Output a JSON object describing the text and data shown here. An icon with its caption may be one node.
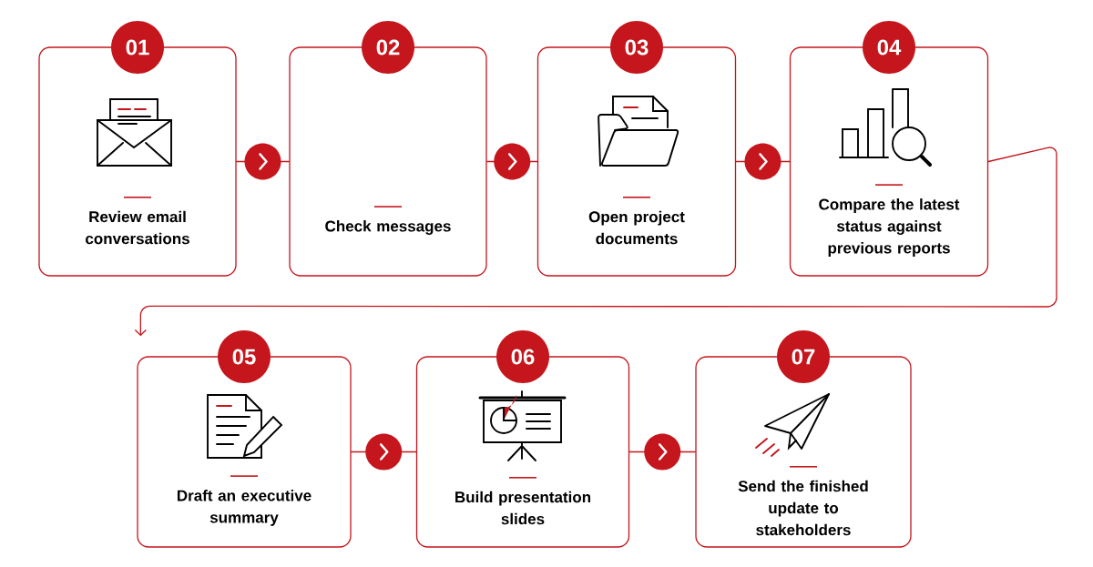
{
  "diagram": {
    "nodes": [
      {
        "text": [
          "01",
          "Review email conversations"
        ]
      },
      {
        "text": [
          "02",
          "Check messages"
        ]
      },
      {
        "text": [
          "03",
          "Open project documents"
        ]
      },
      {
        "text": [
          "04",
          "Compare the latest status against previous reports"
        ]
      },
      {
        "text": [
          "05",
          "Draft an executive summary"
        ]
      },
      {
        "text": [
          "06",
          "Build presentation slides"
        ]
      },
      {
        "text": [
          "07",
          "Send the finished update to stakeholders"
        ]
      }
    ],
    "edges": [
      {
        "from": 0,
        "to": 1,
        "arrow": "to"
      },
      {
        "from": 1,
        "to": 2,
        "arrow": "to"
      },
      {
        "from": 2,
        "to": 3,
        "arrow": "to"
      },
      {
        "from": 3,
        "to": 4,
        "arrow": "to"
      },
      {
        "from": 4,
        "to": 5,
        "arrow": "to"
      },
      {
        "from": 5,
        "to": 6,
        "arrow": "to"
      }
    ]
  }
}
